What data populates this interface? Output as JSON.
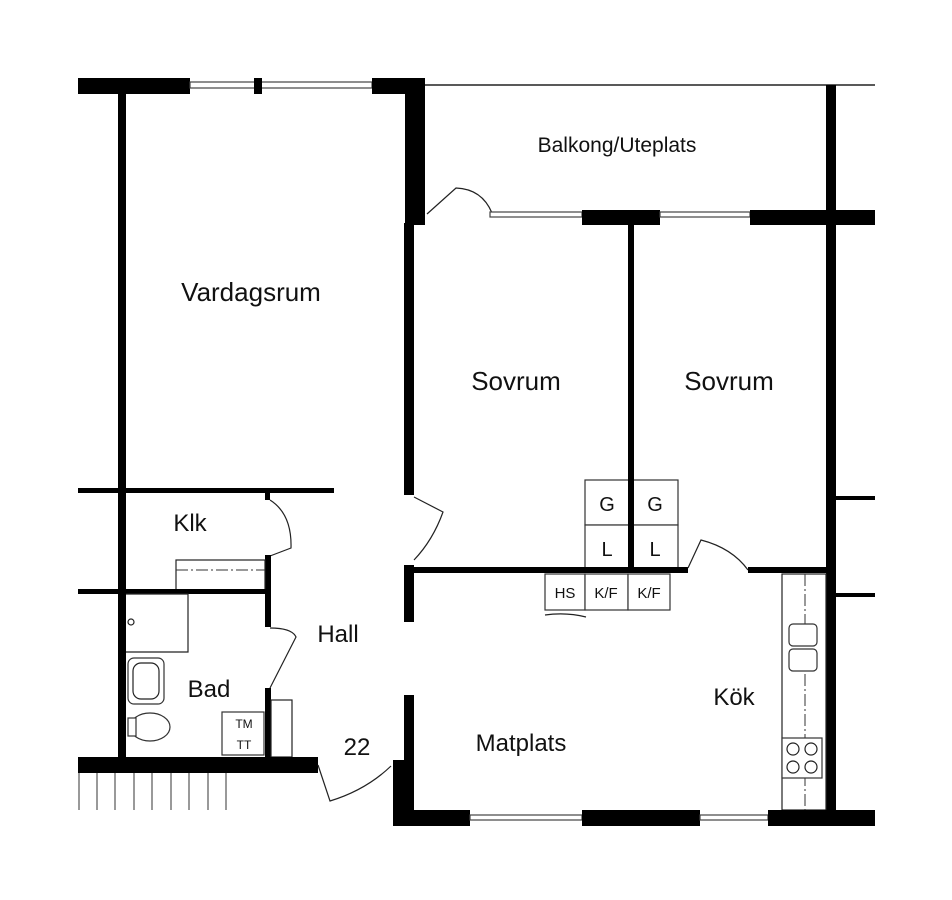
{
  "rooms": {
    "balcony": "Balkong/Uteplats",
    "living_room": "Vardagsrum",
    "bedroom_1": "Sovrum",
    "bedroom_2": "Sovrum",
    "closet": "Klk",
    "hall": "Hall",
    "bathroom": "Bad",
    "kitchen": "Kök",
    "dining": "Matplats"
  },
  "entrance_number": "22",
  "wardrobes": [
    {
      "top": "G",
      "bottom": "L"
    },
    {
      "top": "G",
      "bottom": "L"
    }
  ],
  "appliances": [
    "HS",
    "K/F",
    "K/F"
  ],
  "bath_units": [
    "TM",
    "TT"
  ]
}
